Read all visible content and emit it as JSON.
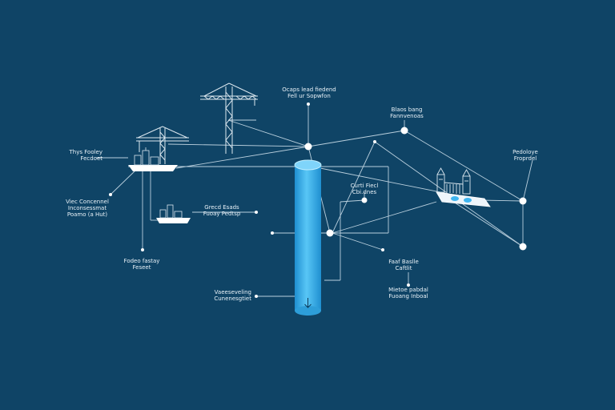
{
  "colors": {
    "background": "#0f4466",
    "line": "#b9cfdd",
    "node": "#ffffff",
    "cylinder": "#3fb5f0",
    "cylinder_edge": "#9fe0ff"
  },
  "icons": [
    "tower-crane-icon",
    "small-crane-icon",
    "ship-icon",
    "small-ship-icon",
    "factory-platform-icon",
    "storage-cylinder-icon"
  ],
  "labels": {
    "top_center": [
      "Ocaps lead fiedend",
      "Fell ur Sopwfon"
    ],
    "top_right": [
      "Blaos bang",
      "Fannvenoas"
    ],
    "left_upper": [
      "Thys Fooley",
      "Fecdoet"
    ],
    "right_upper": [
      "Pedoloye",
      "Froprdel"
    ],
    "left_middle": [
      "Viec Concennel",
      "Inconsessmat",
      "Poamo (a Hut)"
    ],
    "center_mid": [
      "Curti Fiecl",
      "Cbi.dnes"
    ],
    "small_ship": [
      "Grecd Esads",
      "Fuoay Pedtsp"
    ],
    "left_lower": [
      "Fodeo fastay",
      "Feseet"
    ],
    "right_mid": [
      "Faaf Baslle",
      "Caftlit"
    ],
    "right_lower": [
      "Mietoe pabdal",
      "Fuoang Inboal"
    ],
    "bottom_center": [
      "Vaeeseveling",
      "Cunenesgtiet"
    ]
  }
}
